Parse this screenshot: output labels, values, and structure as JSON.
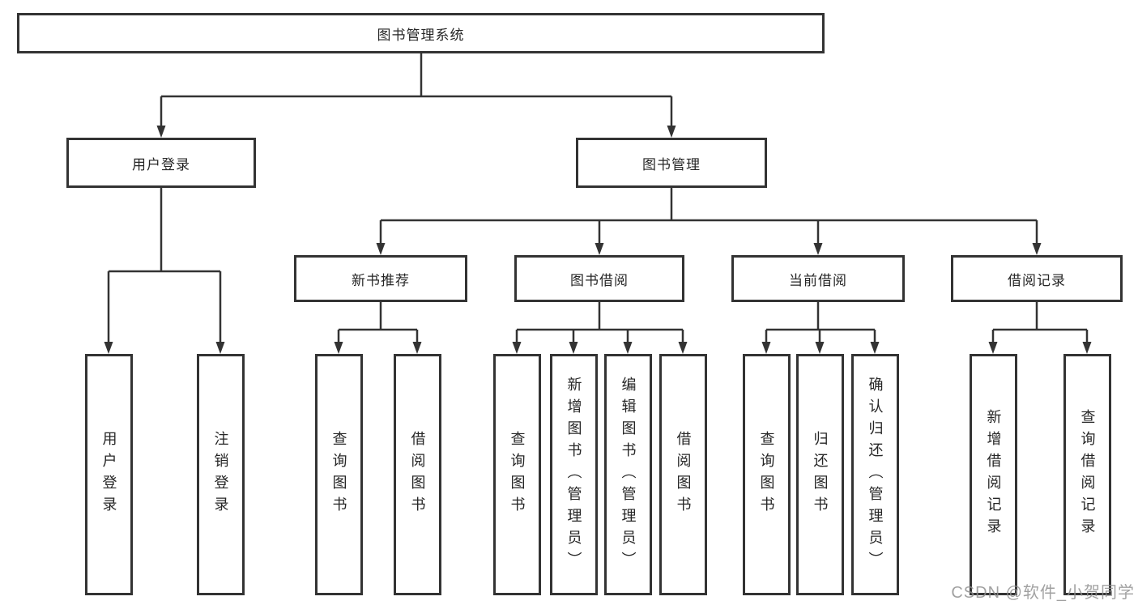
{
  "diagram": {
    "type": "hierarchy-flowchart",
    "colors": {
      "line": "#333333",
      "box_border": "#333333",
      "box_fill": "#ffffff",
      "text": "#262626",
      "watermark": "#919191",
      "background": "#ffffff"
    },
    "tree": {
      "label": "图书管理系统",
      "children": [
        {
          "label": "用户登录",
          "children": [
            {
              "label": "用户登录"
            },
            {
              "label": "注销登录"
            }
          ]
        },
        {
          "label": "图书管理",
          "children": [
            {
              "label": "新书推荐",
              "children": [
                {
                  "label": "查询图书"
                },
                {
                  "label": "借阅图书"
                }
              ]
            },
            {
              "label": "图书借阅",
              "children": [
                {
                  "label": "查询图书"
                },
                {
                  "label": "新增图书（管理员）"
                },
                {
                  "label": "编辑图书（管理员）"
                },
                {
                  "label": "借阅图书"
                }
              ]
            },
            {
              "label": "当前借阅",
              "children": [
                {
                  "label": "查询图书"
                },
                {
                  "label": "归还图书"
                },
                {
                  "label": "确认归还（管理员）"
                }
              ]
            },
            {
              "label": "借阅记录",
              "children": [
                {
                  "label": "新增借阅记录"
                },
                {
                  "label": "查询借阅记录"
                }
              ]
            }
          ]
        }
      ]
    }
  },
  "watermark": {
    "text": "CSDN @软件_小贺同学"
  }
}
